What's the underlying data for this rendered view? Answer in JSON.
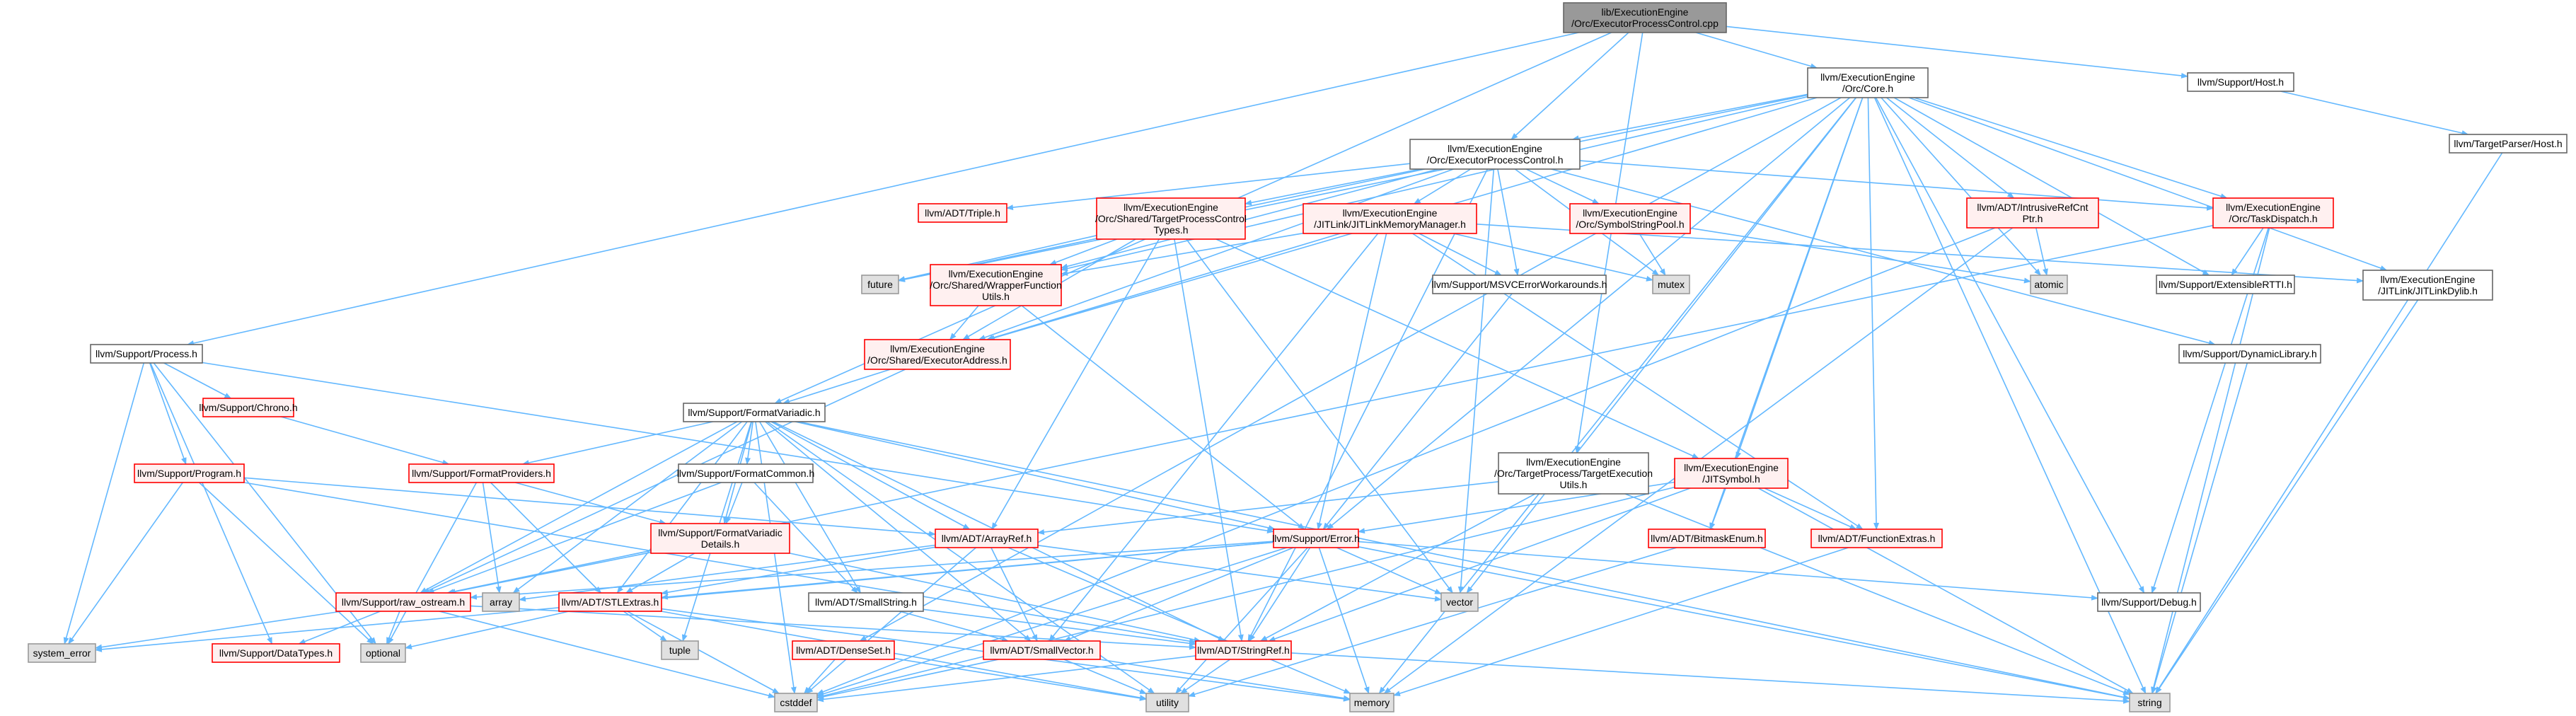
{
  "diagram": {
    "colors": {
      "edge": "#63b8ff",
      "root_fill": "#999999",
      "root_border": "#666666",
      "default_fill": "#ffffff",
      "default_border": "#666666",
      "red_fill": "#fff0f0",
      "red_border": "#ff0000",
      "std_fill": "#e0e0e0",
      "std_border": "#999999"
    },
    "nodes": [
      {
        "id": "root",
        "style": "root",
        "lines": [
          "lib/ExecutionEngine",
          "/Orc/ExecutorProcessControl.cpp"
        ]
      },
      {
        "id": "core",
        "style": "default",
        "lines": [
          "llvm/ExecutionEngine",
          "/Orc/Core.h"
        ]
      },
      {
        "id": "host",
        "style": "default",
        "lines": [
          "llvm/Support/Host.h"
        ]
      },
      {
        "id": "tphost",
        "style": "default",
        "lines": [
          "llvm/TargetParser/Host.h"
        ]
      },
      {
        "id": "epc",
        "style": "default",
        "lines": [
          "llvm/ExecutionEngine",
          "/Orc/ExecutorProcessControl.h"
        ]
      },
      {
        "id": "triple",
        "style": "red",
        "lines": [
          "llvm/ADT/Triple.h"
        ]
      },
      {
        "id": "tpctypes",
        "style": "red",
        "lines": [
          "llvm/ExecutionEngine",
          "/Orc/Shared/TargetProcessControl",
          "Types.h"
        ]
      },
      {
        "id": "jitlinkmm",
        "style": "red",
        "lines": [
          "llvm/ExecutionEngine",
          "/JITLink/JITLinkMemoryManager.h"
        ]
      },
      {
        "id": "symstrpool",
        "style": "red",
        "lines": [
          "llvm/ExecutionEngine",
          "/Orc/SymbolStringPool.h"
        ]
      },
      {
        "id": "intrusive",
        "style": "red",
        "lines": [
          "llvm/ADT/IntrusiveRefCnt",
          "Ptr.h"
        ]
      },
      {
        "id": "taskdispatch",
        "style": "red",
        "lines": [
          "llvm/ExecutionEngine",
          "/Orc/TaskDispatch.h"
        ]
      },
      {
        "id": "future",
        "style": "std",
        "lines": [
          "future"
        ]
      },
      {
        "id": "wrapperfn",
        "style": "red",
        "lines": [
          "llvm/ExecutionEngine",
          "/Orc/Shared/WrapperFunction",
          "Utils.h"
        ]
      },
      {
        "id": "msvcerr",
        "style": "default",
        "lines": [
          "llvm/Support/MSVCErrorWorkarounds.h"
        ]
      },
      {
        "id": "mutex",
        "style": "std",
        "lines": [
          "mutex"
        ]
      },
      {
        "id": "atomic",
        "style": "std",
        "lines": [
          "atomic"
        ]
      },
      {
        "id": "extrtti",
        "style": "default",
        "lines": [
          "llvm/Support/ExtensibleRTTI.h"
        ]
      },
      {
        "id": "jitlinkdylib",
        "style": "default",
        "lines": [
          "llvm/ExecutionEngine",
          "/JITLink/JITLinkDylib.h"
        ]
      },
      {
        "id": "process",
        "style": "default",
        "lines": [
          "llvm/Support/Process.h"
        ]
      },
      {
        "id": "execaddr",
        "style": "red",
        "lines": [
          "llvm/ExecutionEngine",
          "/Orc/Shared/ExecutorAddress.h"
        ]
      },
      {
        "id": "dynlib",
        "style": "default",
        "lines": [
          "llvm/Support/DynamicLibrary.h"
        ]
      },
      {
        "id": "chrono",
        "style": "red",
        "lines": [
          "llvm/Support/Chrono.h"
        ]
      },
      {
        "id": "formatvariadic",
        "style": "default",
        "lines": [
          "llvm/Support/FormatVariadic.h"
        ]
      },
      {
        "id": "program",
        "style": "red",
        "lines": [
          "llvm/Support/Program.h"
        ]
      },
      {
        "id": "formatproviders",
        "style": "red",
        "lines": [
          "llvm/Support/FormatProviders.h"
        ]
      },
      {
        "id": "formatcommon",
        "style": "default",
        "lines": [
          "llvm/Support/FormatCommon.h"
        ]
      },
      {
        "id": "tpexec",
        "style": "default",
        "lines": [
          "llvm/ExecutionEngine",
          "/Orc/TargetProcess/TargetExecution",
          "Utils.h"
        ]
      },
      {
        "id": "jitsymbol",
        "style": "red",
        "lines": [
          "llvm/ExecutionEngine",
          "/JITSymbol.h"
        ]
      },
      {
        "id": "fvdetails",
        "style": "red",
        "lines": [
          "llvm/Support/FormatVariadic",
          "Details.h"
        ]
      },
      {
        "id": "arrayref",
        "style": "red",
        "lines": [
          "llvm/ADT/ArrayRef.h"
        ]
      },
      {
        "id": "error",
        "style": "red",
        "lines": [
          "llvm/Support/Error.h"
        ]
      },
      {
        "id": "bitmask",
        "style": "red",
        "lines": [
          "llvm/ADT/BitmaskEnum.h"
        ]
      },
      {
        "id": "funcextras",
        "style": "red",
        "lines": [
          "llvm/ADT/FunctionExtras.h"
        ]
      },
      {
        "id": "rawostream",
        "style": "red",
        "lines": [
          "llvm/Support/raw_ostream.h"
        ]
      },
      {
        "id": "array",
        "style": "std",
        "lines": [
          "array"
        ]
      },
      {
        "id": "stlextras",
        "style": "red",
        "lines": [
          "llvm/ADT/STLExtras.h"
        ]
      },
      {
        "id": "smallstring",
        "style": "default",
        "lines": [
          "llvm/ADT/SmallString.h"
        ]
      },
      {
        "id": "vector",
        "style": "std",
        "lines": [
          "vector"
        ]
      },
      {
        "id": "debug",
        "style": "default",
        "lines": [
          "llvm/Support/Debug.h"
        ]
      },
      {
        "id": "system_error",
        "style": "std",
        "lines": [
          "system_error"
        ]
      },
      {
        "id": "datatypes",
        "style": "red",
        "lines": [
          "llvm/Support/DataTypes.h"
        ]
      },
      {
        "id": "optional",
        "style": "std",
        "lines": [
          "optional"
        ]
      },
      {
        "id": "tuple",
        "style": "std",
        "lines": [
          "tuple"
        ]
      },
      {
        "id": "smallvector",
        "style": "red",
        "lines": [
          "llvm/ADT/SmallVector.h"
        ]
      },
      {
        "id": "stringref",
        "style": "red",
        "lines": [
          "llvm/ADT/StringRef.h"
        ]
      },
      {
        "id": "denseset",
        "style": "red",
        "lines": [
          "llvm/ADT/DenseSet.h"
        ]
      },
      {
        "id": "cstddef",
        "style": "std",
        "lines": [
          "cstddef"
        ]
      },
      {
        "id": "utility",
        "style": "std",
        "lines": [
          "utility"
        ]
      },
      {
        "id": "memory",
        "style": "std",
        "lines": [
          "memory"
        ]
      },
      {
        "id": "string",
        "style": "std",
        "lines": [
          "string"
        ]
      }
    ],
    "edges": [
      [
        "root",
        "core"
      ],
      [
        "root",
        "host"
      ],
      [
        "root",
        "epc"
      ],
      [
        "root",
        "process"
      ],
      [
        "root",
        "formatvariadic"
      ],
      [
        "root",
        "tpexec"
      ],
      [
        "host",
        "tphost"
      ],
      [
        "tphost",
        "string"
      ],
      [
        "core",
        "epc"
      ],
      [
        "core",
        "future"
      ],
      [
        "core",
        "wrapperfn"
      ],
      [
        "core",
        "execaddr"
      ],
      [
        "core",
        "intrusive"
      ],
      [
        "core",
        "taskdispatch"
      ],
      [
        "core",
        "atomic"
      ],
      [
        "core",
        "extrtti"
      ],
      [
        "core",
        "jitlinkdylib"
      ],
      [
        "core",
        "jitsymbol"
      ],
      [
        "core",
        "bitmask"
      ],
      [
        "core",
        "funcextras"
      ],
      [
        "core",
        "debug"
      ],
      [
        "core",
        "error"
      ],
      [
        "core",
        "denseset"
      ],
      [
        "core",
        "vector"
      ],
      [
        "core",
        "memory"
      ],
      [
        "core",
        "string"
      ],
      [
        "epc",
        "triple"
      ],
      [
        "epc",
        "tpctypes"
      ],
      [
        "epc",
        "jitlinkmm"
      ],
      [
        "epc",
        "symstrpool"
      ],
      [
        "epc",
        "taskdispatch"
      ],
      [
        "epc",
        "future"
      ],
      [
        "epc",
        "wrapperfn"
      ],
      [
        "epc",
        "execaddr"
      ],
      [
        "epc",
        "msvcerr"
      ],
      [
        "epc",
        "mutex"
      ],
      [
        "epc",
        "dynlib"
      ],
      [
        "epc",
        "stringref"
      ],
      [
        "epc",
        "vector"
      ],
      [
        "tpctypes",
        "future"
      ],
      [
        "tpctypes",
        "wrapperfn"
      ],
      [
        "tpctypes",
        "execaddr"
      ],
      [
        "tpctypes",
        "arrayref"
      ],
      [
        "tpctypes",
        "jitsymbol"
      ],
      [
        "tpctypes",
        "stringref"
      ],
      [
        "tpctypes",
        "vector"
      ],
      [
        "jitlinkmm",
        "wrapperfn"
      ],
      [
        "jitlinkmm",
        "execaddr"
      ],
      [
        "jitlinkmm",
        "msvcerr"
      ],
      [
        "jitlinkmm",
        "mutex"
      ],
      [
        "jitlinkmm",
        "jitlinkdylib"
      ],
      [
        "jitlinkmm",
        "error"
      ],
      [
        "jitlinkmm",
        "funcextras"
      ],
      [
        "jitlinkmm",
        "smallvector"
      ],
      [
        "symstrpool",
        "mutex"
      ],
      [
        "symstrpool",
        "atomic"
      ],
      [
        "intrusive",
        "atomic"
      ],
      [
        "intrusive",
        "cstddef"
      ],
      [
        "intrusive",
        "memory"
      ],
      [
        "taskdispatch",
        "extrtti"
      ],
      [
        "taskdispatch",
        "debug"
      ],
      [
        "taskdispatch",
        "rawostream"
      ],
      [
        "taskdispatch",
        "string"
      ],
      [
        "jitlinkdylib",
        "string"
      ],
      [
        "wrapperfn",
        "execaddr"
      ],
      [
        "wrapperfn",
        "error"
      ],
      [
        "msvcerr",
        "error"
      ],
      [
        "execaddr",
        "formatvariadic"
      ],
      [
        "execaddr",
        "rawostream"
      ],
      [
        "dynlib",
        "string"
      ],
      [
        "process",
        "chrono"
      ],
      [
        "process",
        "program"
      ],
      [
        "process",
        "error"
      ],
      [
        "process",
        "system_error"
      ],
      [
        "process",
        "datatypes"
      ],
      [
        "process",
        "optional"
      ],
      [
        "chrono",
        "formatproviders"
      ],
      [
        "formatvariadic",
        "formatproviders"
      ],
      [
        "formatvariadic",
        "formatcommon"
      ],
      [
        "formatvariadic",
        "fvdetails"
      ],
      [
        "formatvariadic",
        "arrayref"
      ],
      [
        "formatvariadic",
        "error"
      ],
      [
        "formatvariadic",
        "rawostream"
      ],
      [
        "formatvariadic",
        "stlextras"
      ],
      [
        "formatvariadic",
        "smallstring"
      ],
      [
        "formatvariadic",
        "array"
      ],
      [
        "formatvariadic",
        "tuple"
      ],
      [
        "formatvariadic",
        "smallvector"
      ],
      [
        "formatvariadic",
        "stringref"
      ],
      [
        "formatvariadic",
        "cstddef"
      ],
      [
        "formatvariadic",
        "utility"
      ],
      [
        "formatvariadic",
        "string"
      ],
      [
        "program",
        "arrayref"
      ],
      [
        "program",
        "stringref"
      ],
      [
        "program",
        "system_error"
      ],
      [
        "program",
        "optional"
      ],
      [
        "formatproviders",
        "fvdetails"
      ],
      [
        "formatproviders",
        "stlextras"
      ],
      [
        "formatproviders",
        "array"
      ],
      [
        "formatproviders",
        "optional"
      ],
      [
        "formatcommon",
        "fvdetails"
      ],
      [
        "formatcommon",
        "smallstring"
      ],
      [
        "formatcommon",
        "rawostream"
      ],
      [
        "fvdetails",
        "stlextras"
      ],
      [
        "fvdetails",
        "stringref"
      ],
      [
        "fvdetails",
        "rawostream"
      ],
      [
        "tpexec",
        "arrayref"
      ],
      [
        "tpexec",
        "stringref"
      ],
      [
        "tpexec",
        "string"
      ],
      [
        "jitsymbol",
        "error"
      ],
      [
        "jitsymbol",
        "bitmask"
      ],
      [
        "jitsymbol",
        "funcextras"
      ],
      [
        "jitsymbol",
        "stringref"
      ],
      [
        "jitsymbol",
        "cstddef"
      ],
      [
        "jitsymbol",
        "string"
      ],
      [
        "arrayref",
        "smallvector"
      ],
      [
        "arrayref",
        "stlextras"
      ],
      [
        "arrayref",
        "array"
      ],
      [
        "arrayref",
        "vector"
      ],
      [
        "arrayref",
        "memory"
      ],
      [
        "arrayref",
        "cstddef"
      ],
      [
        "error",
        "debug"
      ],
      [
        "error",
        "rawostream"
      ],
      [
        "error",
        "stlextras"
      ],
      [
        "error",
        "smallvector"
      ],
      [
        "error",
        "stringref"
      ],
      [
        "error",
        "vector"
      ],
      [
        "error",
        "memory"
      ],
      [
        "error",
        "string"
      ],
      [
        "error",
        "utility"
      ],
      [
        "error",
        "system_error"
      ],
      [
        "error",
        "cstddef"
      ],
      [
        "bitmask",
        "utility"
      ],
      [
        "funcextras",
        "memory"
      ],
      [
        "rawostream",
        "datatypes"
      ],
      [
        "rawostream",
        "optional"
      ],
      [
        "rawostream",
        "stringref"
      ],
      [
        "rawostream",
        "system_error"
      ],
      [
        "rawostream",
        "cstddef"
      ],
      [
        "stlextras",
        "tuple"
      ],
      [
        "stlextras",
        "optional"
      ],
      [
        "stlextras",
        "utility"
      ],
      [
        "stlextras",
        "memory"
      ],
      [
        "stlextras",
        "cstddef"
      ],
      [
        "smallstring",
        "smallvector"
      ],
      [
        "smallstring",
        "stringref"
      ],
      [
        "smallvector",
        "cstddef"
      ],
      [
        "smallvector",
        "utility"
      ],
      [
        "smallvector",
        "memory"
      ],
      [
        "stringref",
        "string"
      ],
      [
        "stringref",
        "utility"
      ],
      [
        "stringref",
        "cstddef"
      ],
      [
        "denseset",
        "utility"
      ],
      [
        "denseset",
        "cstddef"
      ]
    ]
  }
}
